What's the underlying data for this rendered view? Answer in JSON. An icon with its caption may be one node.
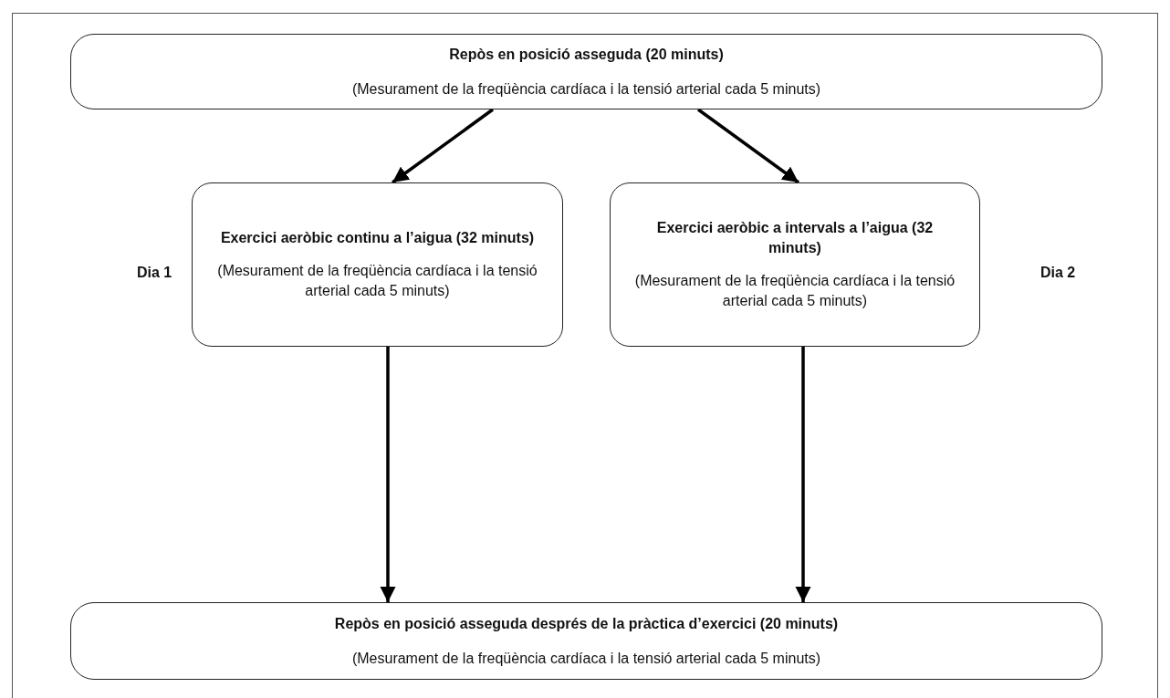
{
  "diagram": {
    "nodes": [
      {
        "text": [
          "Repòs en posició asseguda (20 minuts)",
          "(Mesurament de la freqüència cardíaca i la tensió arterial cada 5 minuts)"
        ]
      },
      {
        "text": [
          "Exercici aeròbic continu a l’aigua (32 minuts)",
          "(Mesurament de la freqüència cardíaca i la tensió arterial cada 5 minuts)"
        ]
      },
      {
        "text": [
          "Exercici aeròbic a intervals a l’aigua (32 minuts)",
          "(Mesurament de la freqüència cardíaca i la tensió arterial cada 5 minuts)"
        ]
      },
      {
        "text": [
          "Repòs en posició asseguda després de la pràctica d’exercici (20 minuts)",
          "(Mesurament de la freqüència cardíaca i la tensió arterial cada 5 minuts)"
        ]
      }
    ],
    "edges": [
      {
        "from": 0,
        "to": 1,
        "arrow": "to"
      },
      {
        "from": 0,
        "to": 2,
        "arrow": "to"
      },
      {
        "from": 1,
        "to": 3,
        "arrow": "to"
      },
      {
        "from": 2,
        "to": 3,
        "arrow": "to"
      }
    ],
    "labels": [
      "Dia 1",
      "Dia 2"
    ]
  }
}
